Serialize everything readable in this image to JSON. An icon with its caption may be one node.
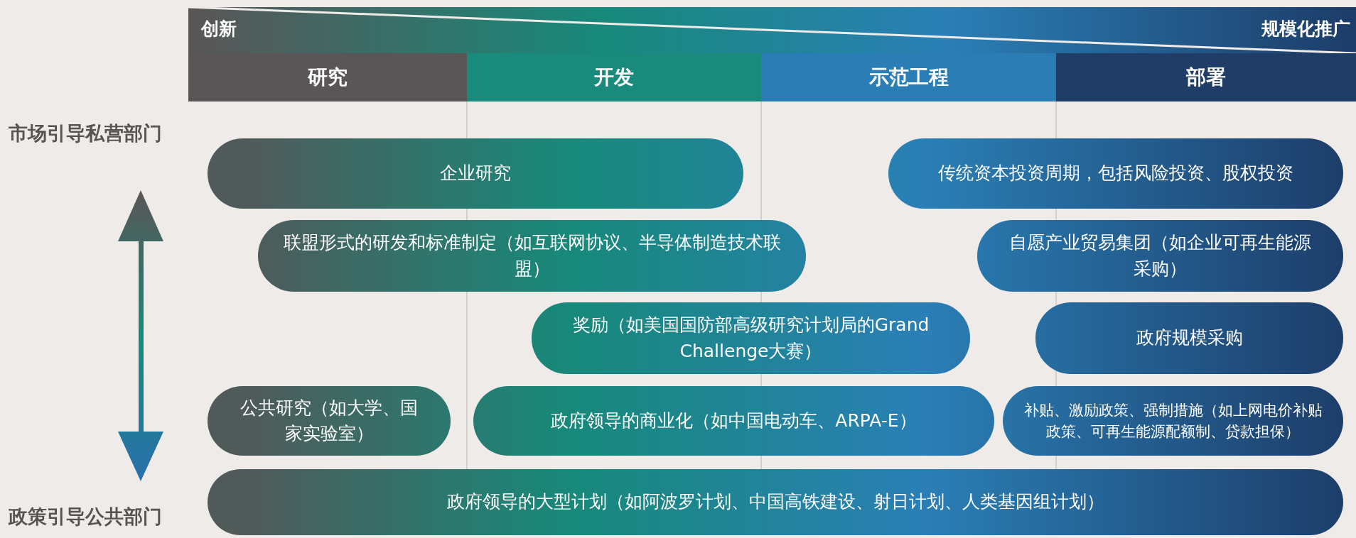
{
  "diagram": {
    "nodes": [
      {
        "text": [
          "研究"
        ]
      },
      {
        "text": [
          "开发"
        ]
      },
      {
        "text": [
          "示范工程"
        ]
      },
      {
        "text": [
          "部署"
        ]
      },
      {
        "text": [
          "企业研究"
        ]
      },
      {
        "text": [
          "传统资本投资周期，包括风险投资、股权投资"
        ]
      },
      {
        "text": [
          "联盟形式的研发和标准制定（如互联网协议、半导体制造技术联盟）"
        ]
      },
      {
        "text": [
          "自愿产业贸易集团（如企业可再生能源采购）"
        ]
      },
      {
        "text": [
          "奖励（如美国国防部高级研究计划局的Grand Challenge大赛）"
        ]
      },
      {
        "text": [
          "政府规模采购"
        ]
      },
      {
        "text": [
          "公共研究（如大学、国家实验室）"
        ]
      },
      {
        "text": [
          "政府领导的商业化（如中国电动车、ARPA-E）"
        ]
      },
      {
        "text": [
          "补贴、激励政策、强制措施（如上网电价补贴政策、可再生能源配额制、贷款担保）"
        ]
      },
      {
        "text": [
          "政府领导的大型计划（如阿波罗计划、中国高铁建设、射日计划、人类基因组计划）"
        ]
      }
    ],
    "labels": [
      "创新",
      "规模化推广",
      "市场引导私营部门",
      "政策引导公共部门"
    ]
  }
}
